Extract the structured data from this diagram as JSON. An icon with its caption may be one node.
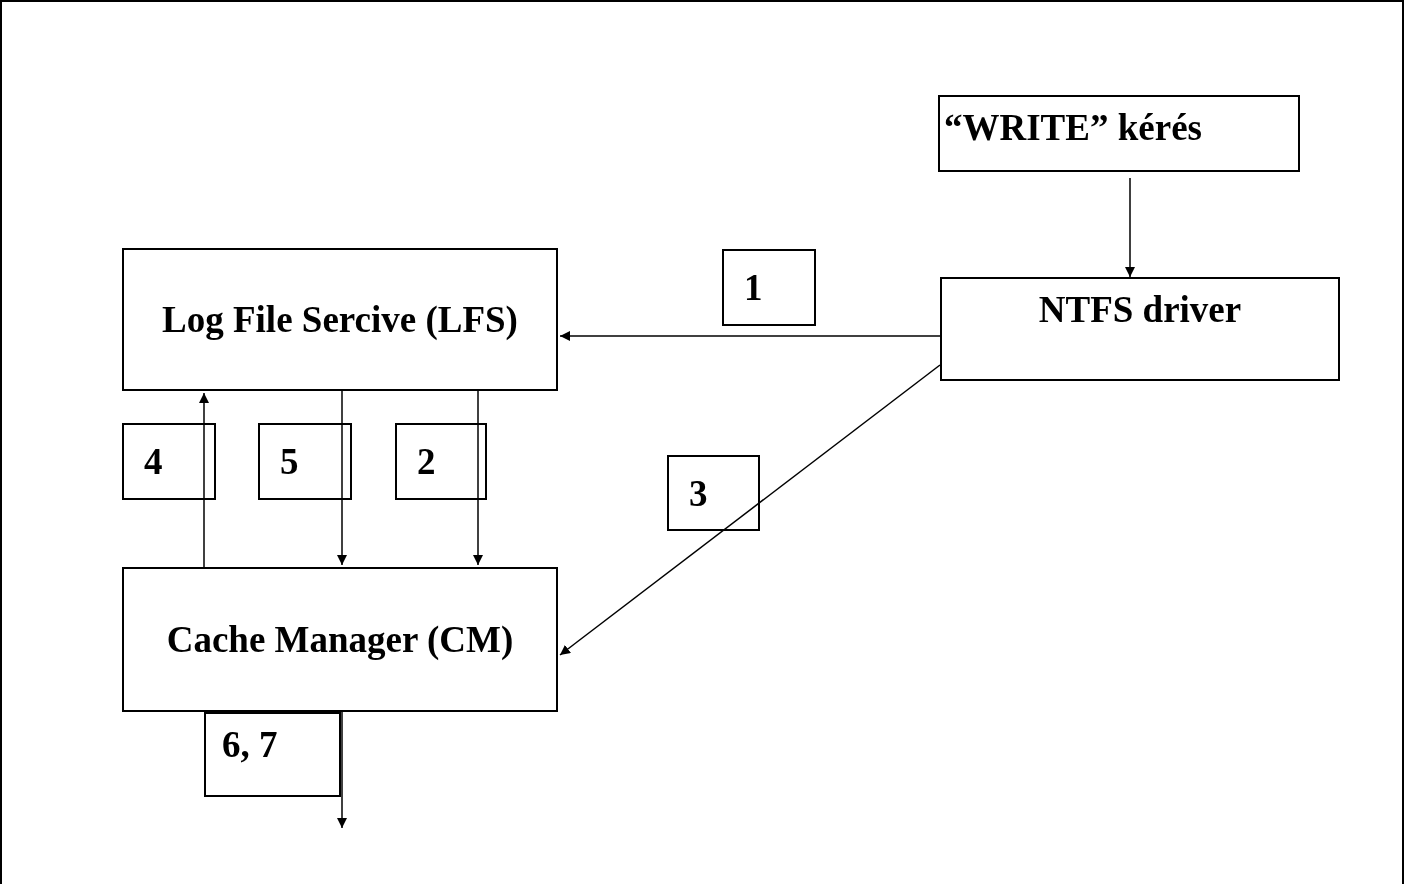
{
  "diagram": {
    "nodes": [
      {
        "text": [
          "“WRITE” kérés"
        ]
      },
      {
        "text": [
          "Log File Sercive (LFS)"
        ]
      },
      {
        "text": [
          "NTFS driver"
        ]
      },
      {
        "text": [
          "Cache Manager (CM)"
        ]
      }
    ],
    "edges": [
      {
        "from": 0,
        "to": 2,
        "arrow": "to"
      },
      {
        "from": 2,
        "to": 1,
        "arrow": "to",
        "label": "1"
      },
      {
        "from": 2,
        "to": 3,
        "arrow": "to",
        "label": "3"
      },
      {
        "from": 3,
        "to": 1,
        "arrow": "to",
        "label": "4"
      },
      {
        "from": 1,
        "to": 3,
        "arrow": "to",
        "label": "5"
      },
      {
        "from": 1,
        "to": 3,
        "arrow": "to",
        "label": "2"
      },
      {
        "from": 3,
        "to": null,
        "arrow": "to",
        "label": "6, 7"
      }
    ]
  }
}
